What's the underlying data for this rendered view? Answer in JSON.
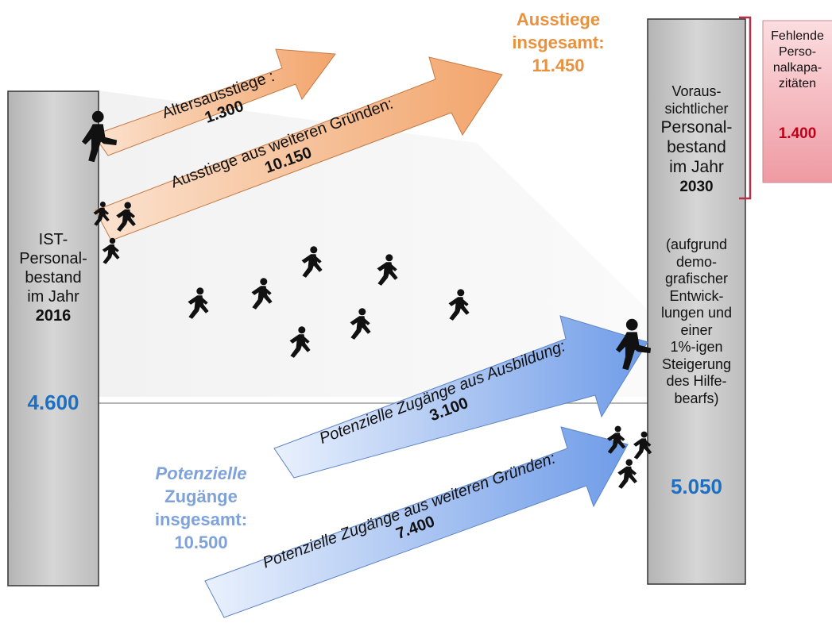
{
  "left_bar": {
    "line1": "IST-",
    "line2": "Personal-",
    "line3": "bestand",
    "line4": "im Jahr",
    "year": "2016",
    "value": "4.600"
  },
  "right_bar": {
    "lines": [
      "Voraus-",
      "sichtlicher"
    ],
    "line3": "Personal-",
    "line4": "bestand",
    "line5": "im Jahr",
    "year": "2030",
    "note": [
      "(aufgrund",
      "demo-",
      "grafischer",
      "Entwick-",
      "lungen und",
      "einer",
      "1%-igen",
      "Steigerung",
      "des Hilfe-",
      "bearfs)"
    ],
    "value": "5.050"
  },
  "missing_box": {
    "lines": [
      "Fehlende",
      "Perso-",
      "nalkapa-",
      "zitäten"
    ],
    "value": "1.400"
  },
  "exits_total": {
    "line1": "Ausstiege",
    "line2": "insgesamt:",
    "value": "11.450"
  },
  "entries_total": {
    "line1": "Potenzielle",
    "line2": "Zugänge",
    "line3": "insgesamt:",
    "value": "10.500"
  },
  "arrows": {
    "age_exits": {
      "label": "Altersausstiege :",
      "value": "1.300"
    },
    "other_exits": {
      "label": "Ausstiege aus weiteren Gründen:",
      "value": "10.150"
    },
    "training_entries": {
      "label": "Potenzielle Zugänge aus Ausbildung:",
      "value": "3.100"
    },
    "other_entries": {
      "label": "Potenzielle Zugänge aus weiteren Gründen:",
      "value": "7.400"
    }
  },
  "colors": {
    "bar_fill": "#c8c8c8",
    "exit_arrow": "#f6b68a",
    "entry_arrow": "#a9c4f2",
    "exit_text": "#e8913f",
    "entry_text": "#7ea2d9",
    "value_blue": "#1f6fc1",
    "missing_red": "#c0001a",
    "missing_fill": "#f4a6ae"
  },
  "icons": [
    "walking-person-icon",
    "stepping-person-icon"
  ]
}
